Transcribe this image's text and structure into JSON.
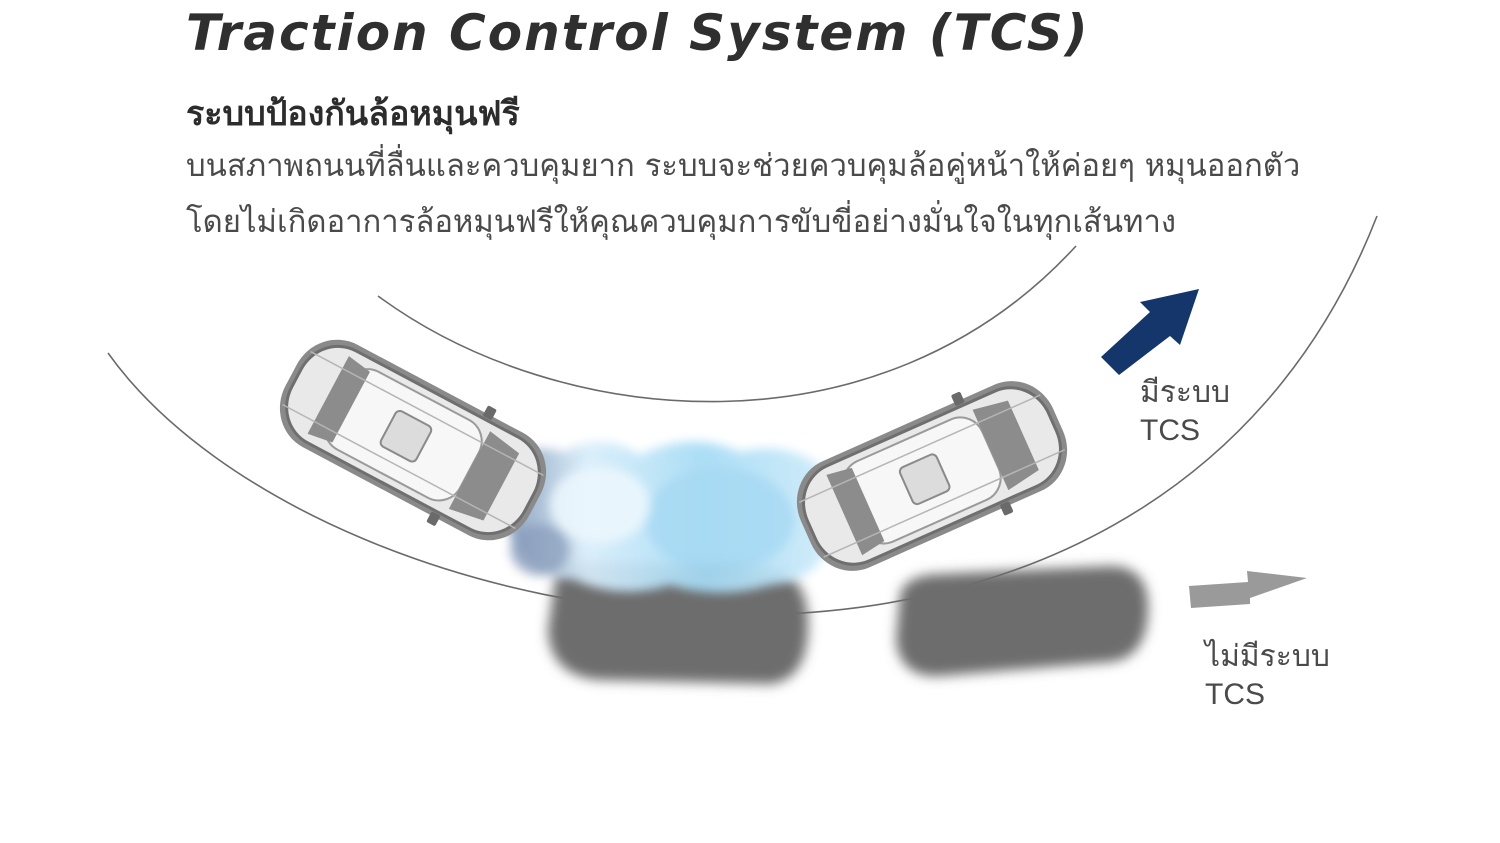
{
  "title": "Traction Control System (TCS)",
  "subtitle": "ระบบป้องกันล้อหมุนฟรี",
  "description": {
    "line1": "บนสภาพถนนที่ลื่นและควบคุมยาก ระบบจะช่วยควบคุมล้อคู่หน้าให้ค่อยๆ หมุนออกตัว",
    "line2": "โดยไม่เกิดอาการล้อหมุนฟรีให้คุณควบคุมการขับขี่อย่างมั่นใจในทุกเส้นทาง"
  },
  "labels": {
    "with_tcs": {
      "line1": "มีระบบ",
      "line2": "TCS"
    },
    "without_tcs": {
      "line1": "ไม่มีระบบ",
      "line2": "TCS"
    }
  },
  "colors": {
    "with_tcs_arrow": "#15366b",
    "without_tcs_arrow": "#9a9a9a",
    "road_line": "#6a6a6a",
    "spray": "#9fd6f2",
    "car_body": "#e6e6e6",
    "car_outline": "#6f6f6f",
    "car_shadow": "#6d6d6d"
  }
}
